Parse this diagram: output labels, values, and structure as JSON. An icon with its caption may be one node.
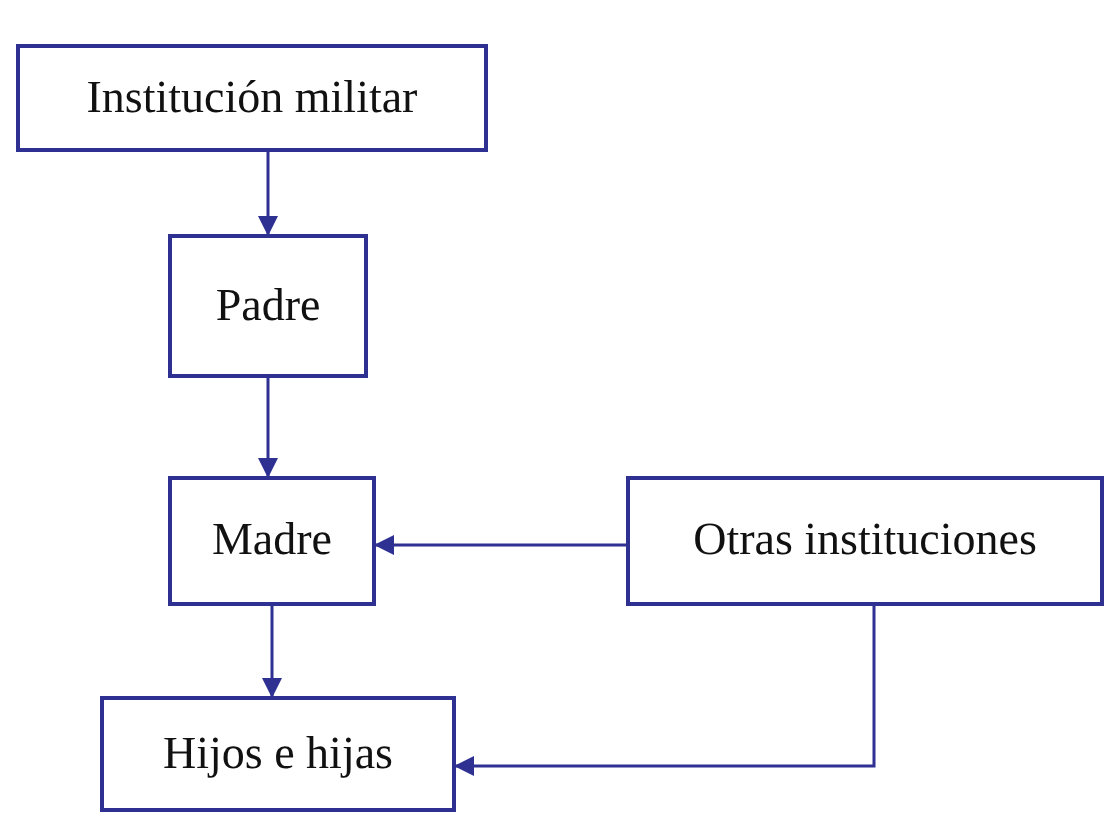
{
  "diagram": {
    "nodes": [
      {
        "text": [
          "Institución militar"
        ]
      },
      {
        "text": [
          "Padre"
        ]
      },
      {
        "text": [
          "Madre"
        ]
      },
      {
        "text": [
          "Otras instituciones"
        ]
      },
      {
        "text": [
          "Hijos e hijas"
        ]
      }
    ],
    "edges": [
      {
        "from": 0,
        "to": 1,
        "arrow": "to"
      },
      {
        "from": 1,
        "to": 2,
        "arrow": "to"
      },
      {
        "from": 3,
        "to": 2,
        "arrow": "to"
      },
      {
        "from": 2,
        "to": 4,
        "arrow": "to"
      },
      {
        "from": 3,
        "to": 4,
        "arrow": "to"
      }
    ]
  }
}
